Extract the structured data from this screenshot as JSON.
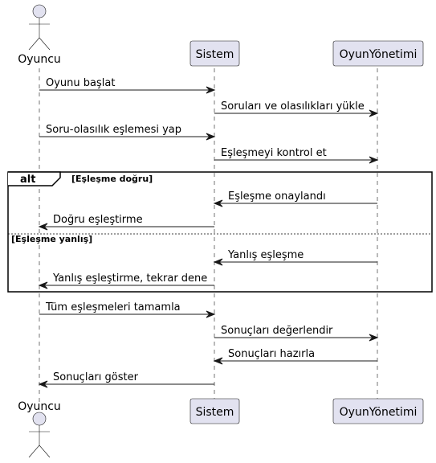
{
  "participants": {
    "oyuncu": "Oyuncu",
    "sistem": "Sistem",
    "oyun_yonetimi": "OyunYönetimi"
  },
  "colors": {
    "participant_fill": "#E2E2F0",
    "participant_stroke": "#181818",
    "line": "#181818"
  },
  "messages": [
    {
      "from": "oyuncu",
      "to": "sistem",
      "label": "Oyunu başlat"
    },
    {
      "from": "sistem",
      "to": "oyun_yonetimi",
      "label": "Soruları ve olasılıkları yükle"
    },
    {
      "from": "oyuncu",
      "to": "sistem",
      "label": "Soru-olasılık eşlemesi yap"
    },
    {
      "from": "sistem",
      "to": "oyun_yonetimi",
      "label": "Eşleşmeyi kontrol et"
    },
    {
      "from": "oyun_yonetimi",
      "to": "sistem",
      "label": "Eşleşme onaylandı"
    },
    {
      "from": "sistem",
      "to": "oyuncu",
      "label": "Doğru eşleştirme"
    },
    {
      "from": "oyun_yonetimi",
      "to": "sistem",
      "label": "Yanlış eşleşme"
    },
    {
      "from": "sistem",
      "to": "oyuncu",
      "label": "Yanlış eşleştirme, tekrar dene"
    },
    {
      "from": "oyuncu",
      "to": "sistem",
      "label": "Tüm eşleşmeleri tamamla"
    },
    {
      "from": "sistem",
      "to": "oyun_yonetimi",
      "label": "Sonuçları değerlendir"
    },
    {
      "from": "oyun_yonetimi",
      "to": "sistem",
      "label": "Sonuçları hazırla"
    },
    {
      "from": "sistem",
      "to": "oyuncu",
      "label": "Sonuçları göster"
    }
  ],
  "alt_frame": {
    "keyword": "alt",
    "guard_1": "[Eşleşme doğru]",
    "guard_2": "[Eşleşme yanlış]"
  }
}
